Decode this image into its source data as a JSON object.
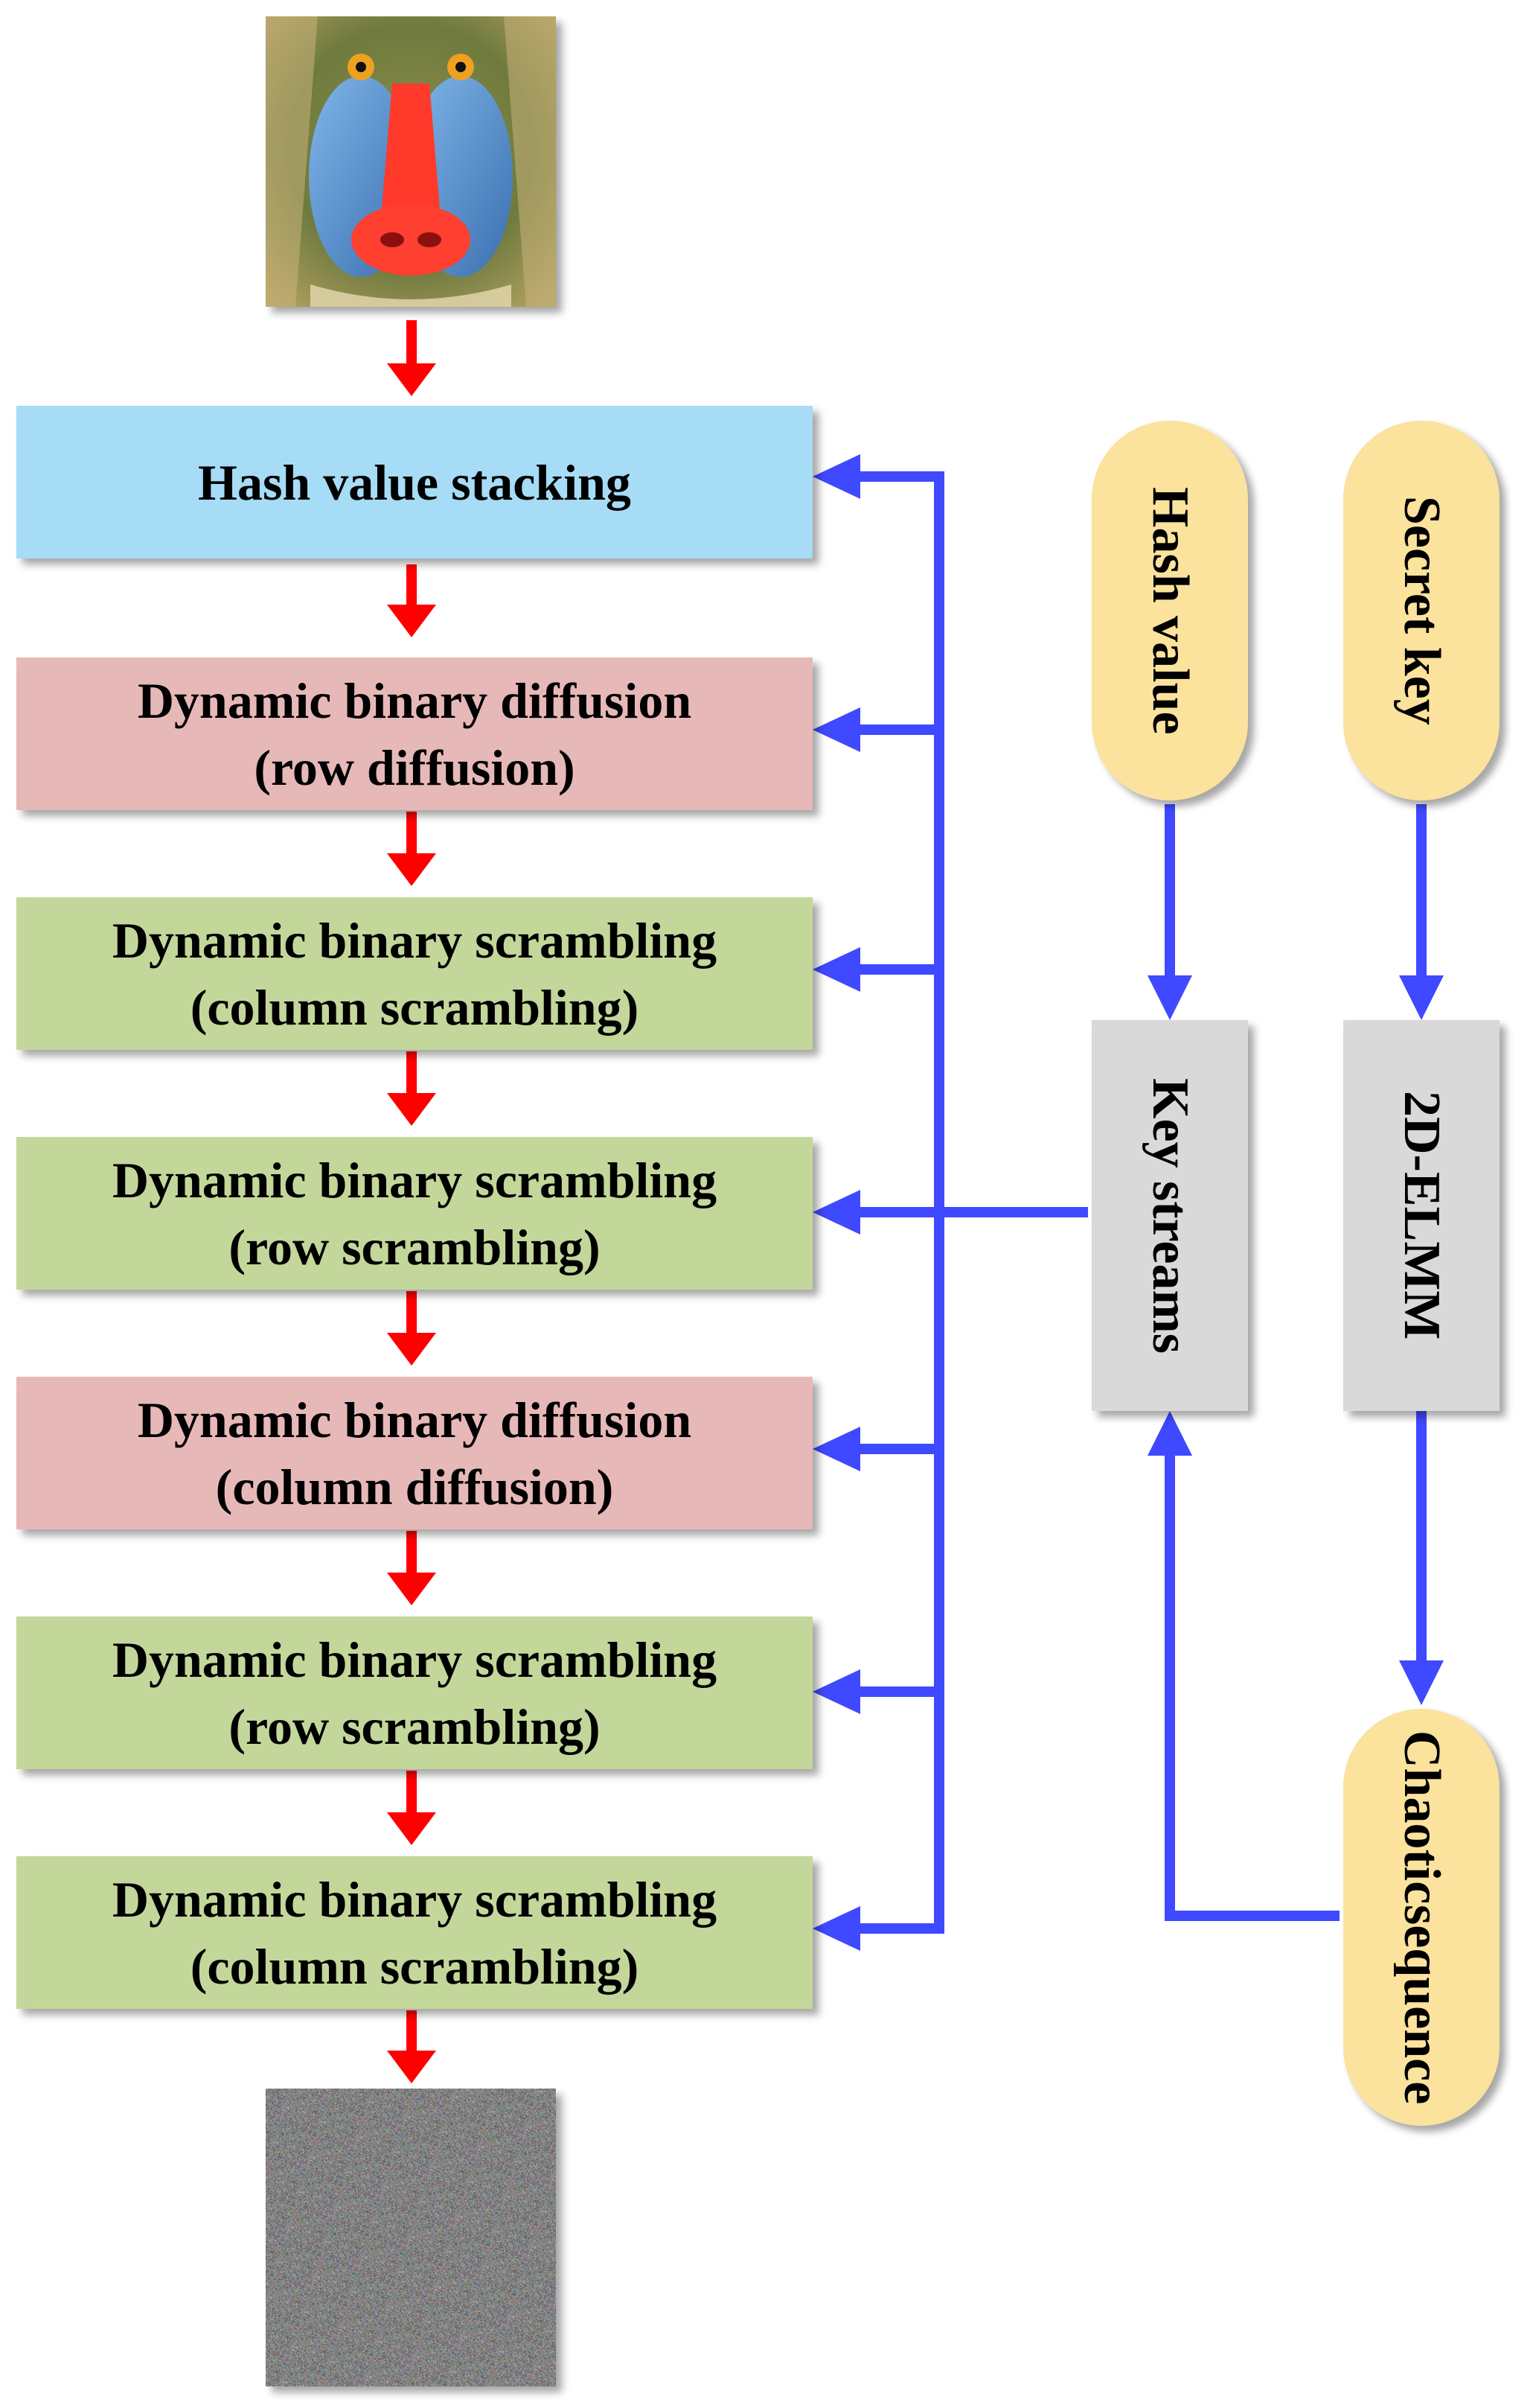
{
  "process": {
    "steps": [
      {
        "line1": "Hash value stacking",
        "line2": ""
      },
      {
        "line1": "Dynamic binary diffusion",
        "line2": "(row diffusion)"
      },
      {
        "line1": "Dynamic binary scrambling",
        "line2": "(column scrambling)"
      },
      {
        "line1": "Dynamic binary scrambling",
        "line2": "(row scrambling)"
      },
      {
        "line1": "Dynamic binary diffusion",
        "line2": "(column diffusion)"
      },
      {
        "line1": "Dynamic binary scrambling",
        "line2": "(row scrambling)"
      },
      {
        "line1": "Dynamic binary scrambling",
        "line2": "(column scrambling)"
      }
    ]
  },
  "keygen": {
    "hash_value": "Hash value",
    "secret_key": "Secret key",
    "key_streams": "Key streams",
    "map_name": "2D-ELMM",
    "chaotic_line1": "Chaotic",
    "chaotic_line2": "sequence"
  },
  "colors": {
    "flow_arrow": "#ff0000",
    "key_arrow": "#3f49ff",
    "hash_box": "#a6dcf5",
    "diffusion_box": "#e6b9b8",
    "scrambling_box": "#c4d79b",
    "key_box": "#d9d9d9",
    "pill": "#fbe29d"
  }
}
